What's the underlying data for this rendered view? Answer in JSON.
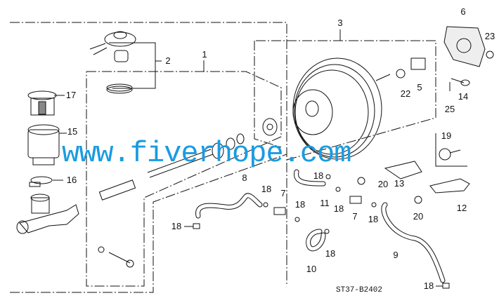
{
  "diagram": {
    "code": "ST37-B2402",
    "watermark": "www.fiverhope.com",
    "watermark_color": "#1a9be0",
    "callouts": [
      "1",
      "2",
      "3",
      "5",
      "6",
      "7",
      "7",
      "8",
      "9",
      "10",
      "11",
      "12",
      "13",
      "14",
      "15",
      "16",
      "17",
      "18",
      "18",
      "18",
      "18",
      "18",
      "18",
      "18",
      "18",
      "19",
      "20",
      "20",
      "22",
      "23",
      "25"
    ]
  }
}
